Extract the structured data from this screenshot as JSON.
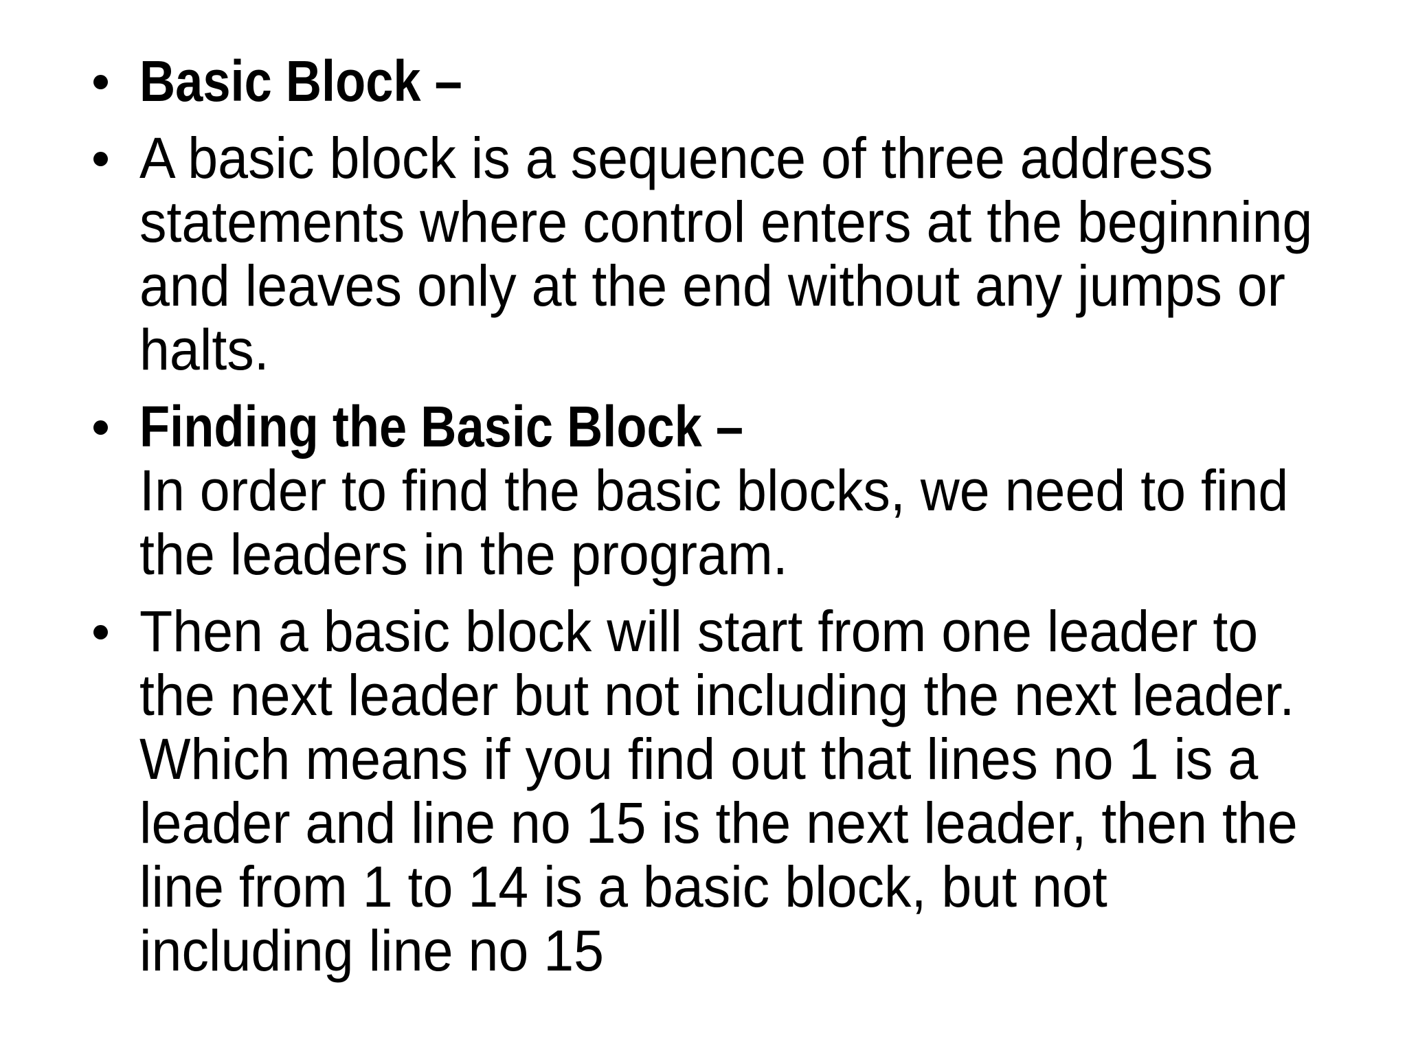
{
  "slide": {
    "colors": {
      "background": "#ffffff",
      "text": "#000000",
      "bullet": "#000000"
    },
    "bullets": [
      {
        "heading": "Basic Block –",
        "lines": []
      },
      {
        "heading": "",
        "lines": [
          "A basic block is a sequence of three address",
          "statements where control enters at the beginning",
          "and leaves only at the end without any jumps or",
          "halts."
        ]
      },
      {
        "heading": "Finding the Basic Block –",
        "lines": [
          "In order to find the basic blocks, we need to find",
          "the leaders in the program."
        ]
      },
      {
        "heading": "",
        "lines": [
          "Then a basic block will start from one leader to",
          "the next leader but not including the next leader.",
          "Which means if you find out that lines no 1 is a",
          "leader and line no 15 is the next leader, then the",
          "line from 1 to 14 is a basic block, but not",
          "including line no 15"
        ]
      }
    ]
  }
}
